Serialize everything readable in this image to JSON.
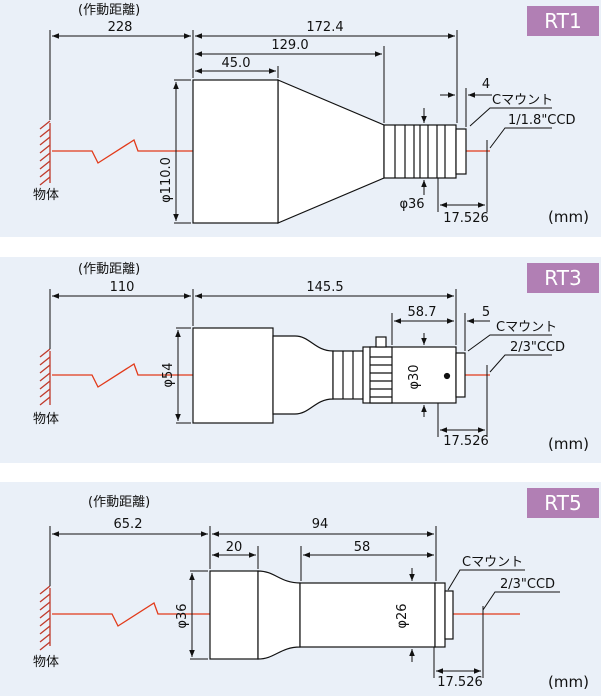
{
  "common": {
    "object_label": "物体",
    "unit": "(mm)",
    "wd_label": "(作動距離)",
    "cmount": "Cマウント"
  },
  "rt1": {
    "badge": "RT1",
    "wd": "228",
    "total": "172.4",
    "body": "129.0",
    "front": "45.0",
    "flange": "4",
    "sensor": "1/1.8\"CCD",
    "dia_front": "φ110.0",
    "dia_rear": "φ36",
    "back_focus": "17.526"
  },
  "rt3": {
    "badge": "RT3",
    "wd": "110",
    "total": "145.5",
    "rear": "58.7",
    "flange": "5",
    "sensor": "2/3\"CCD",
    "dia_front": "φ54",
    "dia_rear": "φ30",
    "back_focus": "17.526"
  },
  "rt5": {
    "badge": "RT5",
    "wd": "65.2",
    "total": "94",
    "front": "20",
    "rear": "58",
    "sensor": "2/3\"CCD",
    "dia_front": "φ36",
    "dia_rear": "φ26",
    "back_focus": "17.526"
  },
  "colors": {
    "panel": "#eaf0f8",
    "badge": "#b17fb4",
    "axis": "#e23a1a",
    "line": "#111111"
  }
}
